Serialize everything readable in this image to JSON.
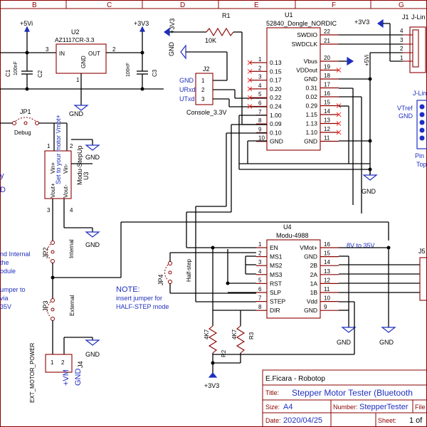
{
  "frame": {
    "cols": [
      "B",
      "C",
      "D",
      "E",
      "F",
      "G"
    ]
  },
  "power": {
    "v5": "+5Vi",
    "v33a": "+3V3",
    "v33b": "+3V3",
    "v33c": "+3V3",
    "v33d": "+3V3",
    "v5b": "+5Vi",
    "gnd": "GND"
  },
  "u2": {
    "ref": "U2",
    "name": "AZ1117CR-3.3",
    "in": "IN",
    "out": "OUT",
    "gnd": "GND",
    "pin_in": "3",
    "pin_out": "2",
    "pin_gnd": "1"
  },
  "caps": {
    "c1": "C1",
    "c1v": "100nF",
    "c2": "C2",
    "c3": "C3",
    "c3v": "100nF",
    "pin1": "1",
    "pin2": "2"
  },
  "r1": {
    "ref": "R1",
    "val": "10K"
  },
  "j2": {
    "ref": "J2",
    "name": "Console_3.3V",
    "labels": [
      "GND",
      "URxd",
      "UTxd"
    ],
    "pins": [
      "1",
      "2",
      "3"
    ]
  },
  "u1": {
    "ref": "U1",
    "name": "52840_Dongle_NORDIC",
    "left": [
      "0.13",
      "0.15",
      "0.17",
      "0.20",
      "0.22",
      "0.24",
      "1.00",
      "0.09",
      "0.10",
      "GND"
    ],
    "leftpins": [
      "1",
      "2",
      "3",
      "4",
      "5",
      "6",
      "7",
      "8",
      "9",
      "10"
    ],
    "rtop": [
      "SWDIO",
      "SWDCLK"
    ],
    "rtoppins": [
      "22",
      "21"
    ],
    "right": [
      "Vbus",
      "VDDout",
      "GND",
      "0.31",
      "0.02",
      "0.29",
      "1.15",
      "1.13",
      "1.10",
      "GND"
    ],
    "rightpins": [
      "20",
      "19",
      "18",
      "17",
      "16",
      "15",
      "14",
      "13",
      "12",
      "11"
    ]
  },
  "j1": {
    "ref": "J1",
    "name": "J-Lin",
    "pins": [
      "4",
      "3",
      "2",
      "1"
    ]
  },
  "jlink": {
    "title": "J-Lin",
    "vtref": "VTref",
    "gnd": "GND",
    "pin": "Pin",
    "top": "Top"
  },
  "jp1": {
    "ref": "JP1",
    "name": "Debug"
  },
  "u3": {
    "ref": "U3",
    "name": "Modu-StepUp",
    "vin_p": "Vin+",
    "vin_m": "Vin-",
    "vout_p": "Vout+",
    "vout_m": "Vout-",
    "pins": [
      "1",
      "2",
      "3",
      "4"
    ],
    "side": "Set to your motor Vmot+"
  },
  "left_notes": [
    "y",
    "D",
    "nd Internal",
    "the",
    "odule",
    "umper to",
    "via",
    "35V"
  ],
  "jp2": {
    "ref": "JP2",
    "name": "Internal"
  },
  "jp3": {
    "ref": "JP3",
    "name": "External"
  },
  "jp4": {
    "ref": "JP4",
    "name": "Half-step"
  },
  "note": {
    "title": "NOTE:",
    "line1": "insert jumper for",
    "line2": "HALF-STEP mode"
  },
  "j4": {
    "ref": "J4",
    "name": "EXT_MOTOR_POWER",
    "pins": [
      "1",
      "2"
    ],
    "vm": "+VM",
    "gnd": "GND"
  },
  "u4": {
    "ref": "U4",
    "name": "Modu-4988",
    "left": [
      "EN",
      "MS1",
      "MS2",
      "MS3",
      "RST",
      "SLP",
      "STEP",
      "DIR"
    ],
    "leftpins": [
      "1",
      "2",
      "3",
      "4",
      "5",
      "6",
      "7",
      "8"
    ],
    "right": [
      "VMot+",
      "GND",
      "2B",
      "2A",
      "1A",
      "1B",
      "Vdd",
      "GND"
    ],
    "rightpins": [
      "16",
      "15",
      "14",
      "13",
      "12",
      "11",
      "10",
      "9"
    ],
    "vnote": "8V to 35V"
  },
  "j5": {
    "ref": "J5"
  },
  "resistors": {
    "r4": "4K7",
    "r2": "R2",
    "r4b": "4K7",
    "r3": "R3"
  },
  "titleblock": {
    "author": "E.Ficara - Robotop",
    "title_label": "Title:",
    "title": "Stepper Motor Tester (Bluetooth",
    "size_label": "Size:",
    "size": "A4",
    "file_label": "File",
    "file_name_label": "Number:",
    "file_name": "StepperTester",
    "date_label": "Date:",
    "date": "2020/04/25",
    "sheet_label": "Sheet:",
    "sheet": "1 of"
  }
}
